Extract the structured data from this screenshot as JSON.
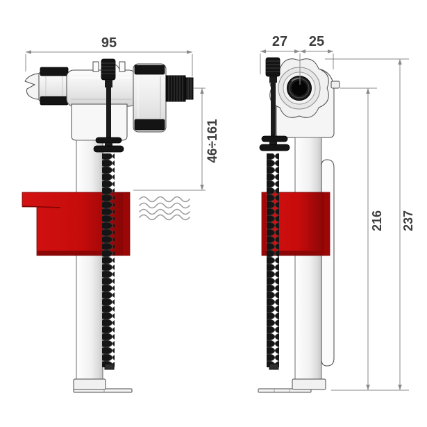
{
  "drawing_labels": {
    "side_width": "95",
    "side_level_range": "46÷161",
    "front_left_offset": "27",
    "front_right_offset": "25",
    "front_inlet_height": "216",
    "front_total_height": "237"
  },
  "colors": {
    "float_red_bright": "#d31212",
    "float_red": "#c60b0b",
    "float_red_dark": "#7e0505",
    "float_red_shade": "#8c0606",
    "float_red_edge": "#9b0707",
    "dimension_line": "#8a8a8a",
    "label_text": "#3d3d3d",
    "part_black": "#141414",
    "background": "#ffffff"
  }
}
